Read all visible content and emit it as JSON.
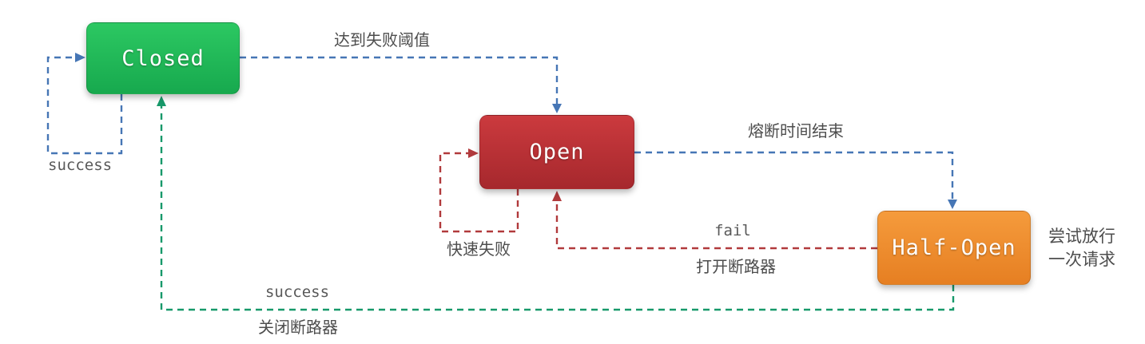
{
  "diagram": {
    "type": "state-diagram",
    "subject": "circuit-breaker",
    "states": [
      {
        "id": "closed",
        "label": "Closed"
      },
      {
        "id": "open",
        "label": "Open"
      },
      {
        "id": "half_open",
        "label": "Half-Open"
      }
    ],
    "transitions": [
      {
        "from": "closed",
        "to": "closed",
        "label": "success",
        "color": "blue"
      },
      {
        "from": "closed",
        "to": "open",
        "label": "达到失败阈值",
        "color": "blue"
      },
      {
        "from": "open",
        "to": "open",
        "label": "快速失败",
        "color": "red"
      },
      {
        "from": "open",
        "to": "half_open",
        "label": "熔断时间结束",
        "color": "blue"
      },
      {
        "from": "half_open",
        "to": "open",
        "label_en": "fail",
        "label_zh": "打开断路器",
        "color": "red"
      },
      {
        "from": "half_open",
        "to": "closed",
        "label_en": "success",
        "label_zh": "关闭断路器",
        "color": "green"
      }
    ]
  },
  "labels": {
    "closed": "Closed",
    "open": "Open",
    "half_open": "Half-Open",
    "closed_self_loop": "success",
    "closed_to_open": "达到失败阈值",
    "open_self_loop": "快速失败",
    "open_to_half_open": "熔断时间结束",
    "half_open_to_open_en": "fail",
    "half_open_to_open_zh": "打开断路器",
    "half_open_to_closed_en": "success",
    "half_open_to_closed_zh": "关闭断路器",
    "half_open_note_line1": "尝试放行",
    "half_open_note_line2": "一次请求"
  },
  "colors": {
    "closed_gradient_top": "#2cc862",
    "closed_gradient_bottom": "#17a94e",
    "open_gradient_top": "#cb3a3e",
    "open_gradient_bottom": "#a6282d",
    "half_open_gradient_top": "#f59b3c",
    "half_open_gradient_bottom": "#e67f22",
    "arrow_blue": "#4676b5",
    "arrow_red": "#b13a3c",
    "arrow_green": "#17996a",
    "label_text": "#4d4d4d",
    "label_text_mono": "#595959"
  }
}
